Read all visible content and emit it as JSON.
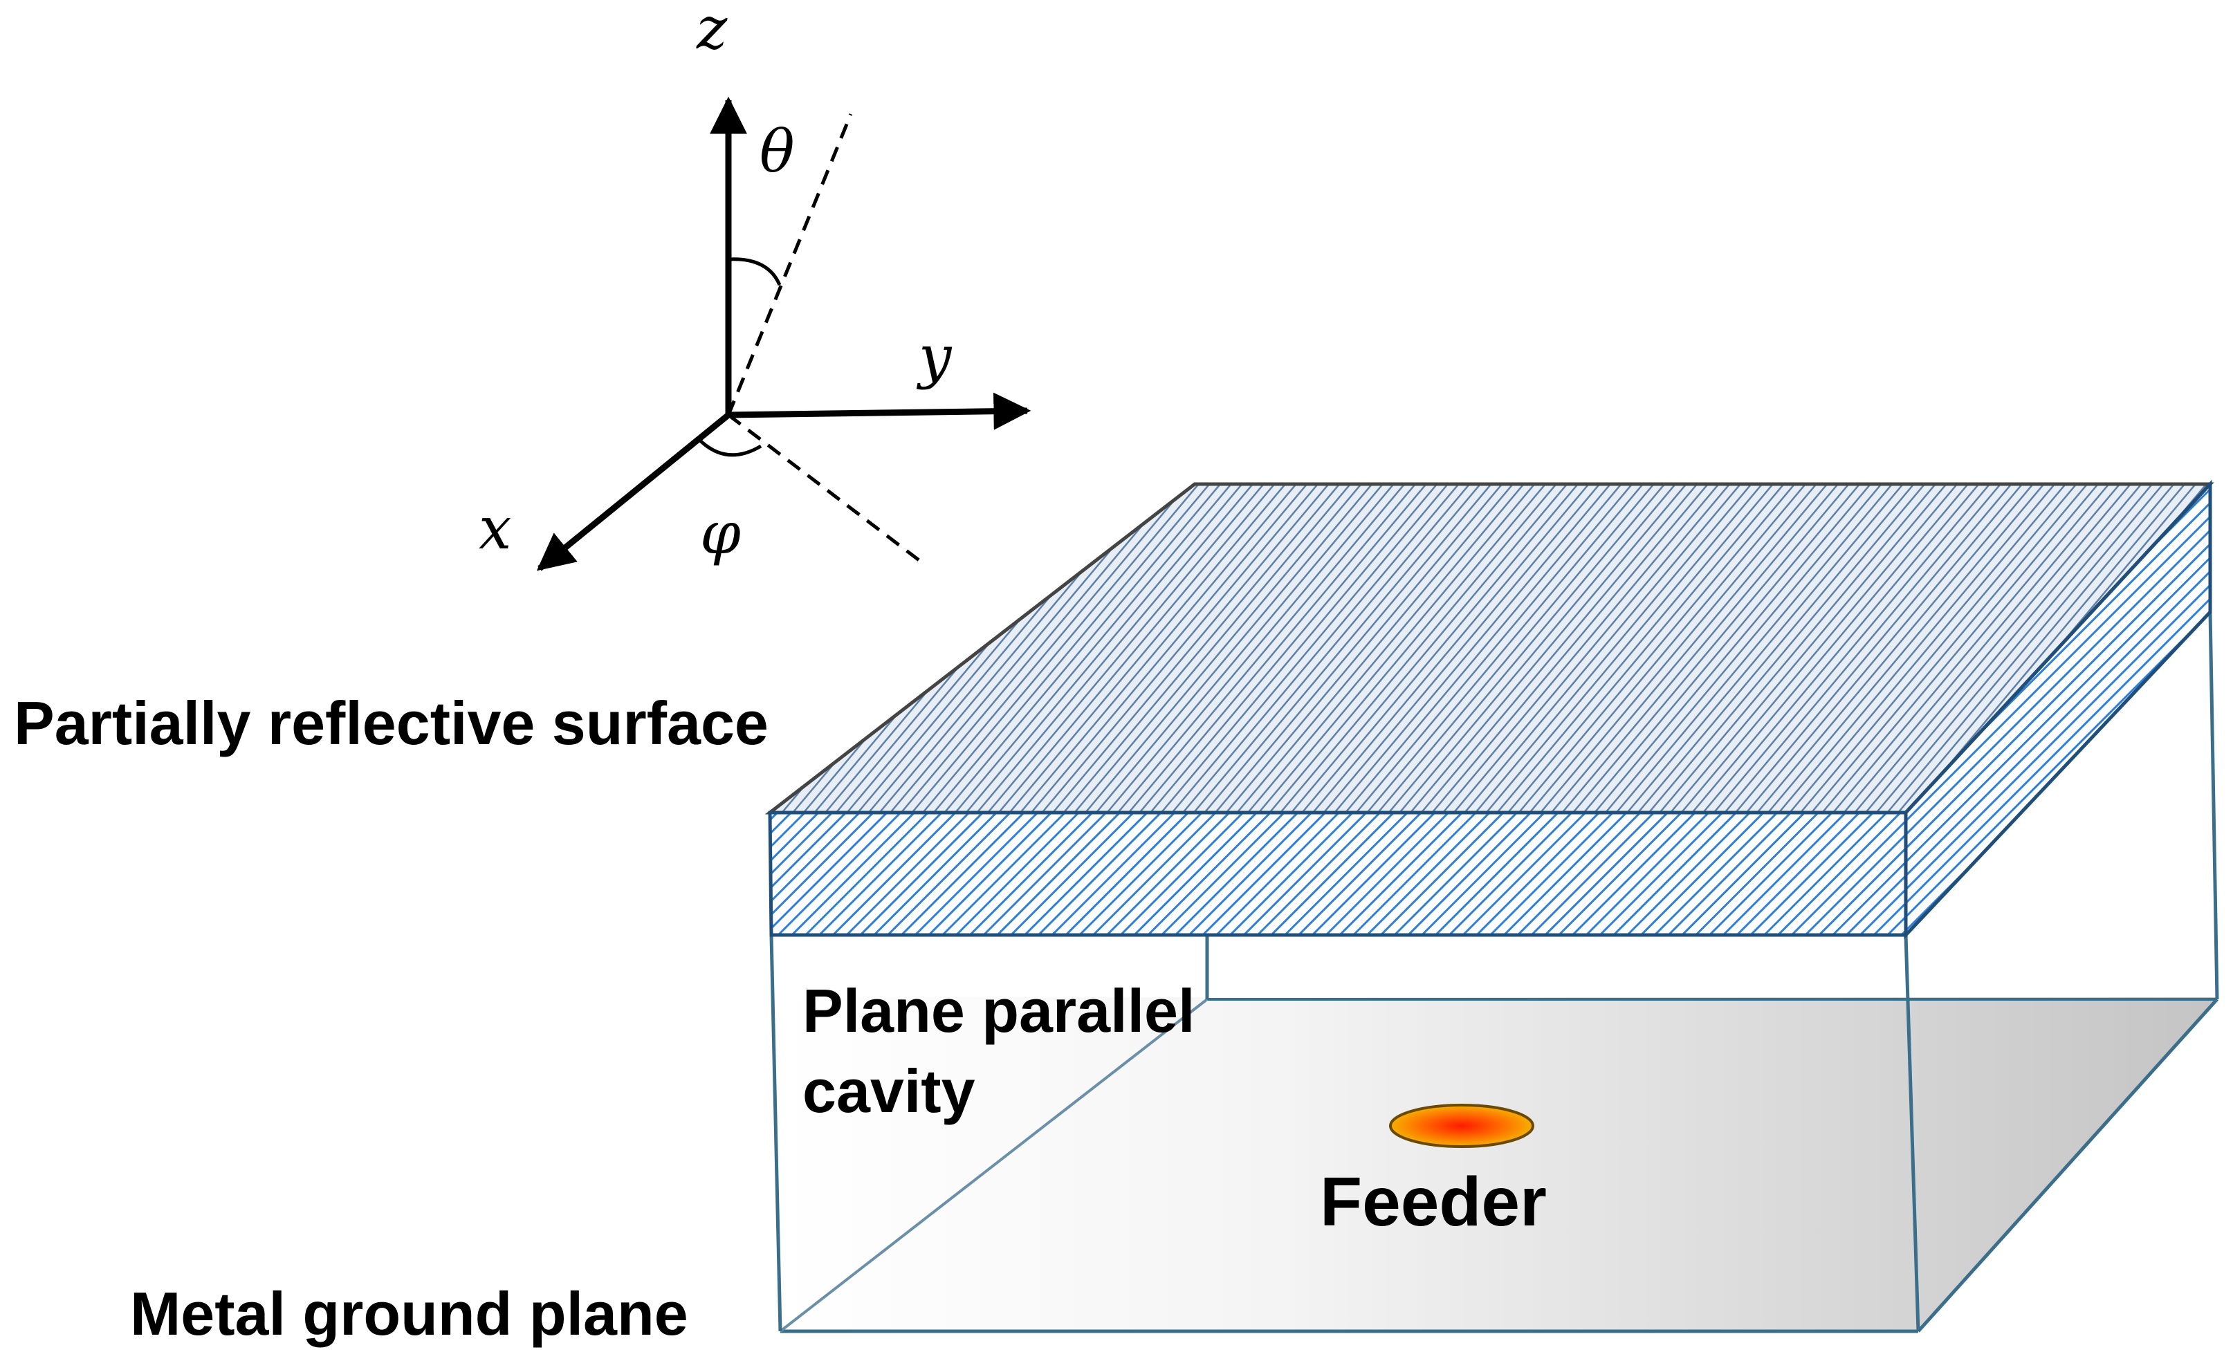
{
  "axes": {
    "z": "z",
    "y": "y",
    "x": "x",
    "theta": "θ",
    "phi": "φ"
  },
  "labels": {
    "prs": "Partially reflective surface",
    "cavity_line1": "Plane parallel",
    "cavity_line2": "cavity",
    "feeder": "Feeder",
    "ground": "Metal ground plane"
  },
  "colors": {
    "hatch_fill": "#ffffff",
    "hatch_stroke": "#2f7fd6",
    "top_hatch_stroke": "#5f8fcf",
    "outline": "#1f4e79",
    "wire": "#2c5f7a",
    "ground_light": "#ffffff",
    "ground_dark": "#c4c4c4",
    "feeder_outer": "#f5a000",
    "feeder_inner": "#ff1a00",
    "feeder_edge": "#6b4a00"
  }
}
